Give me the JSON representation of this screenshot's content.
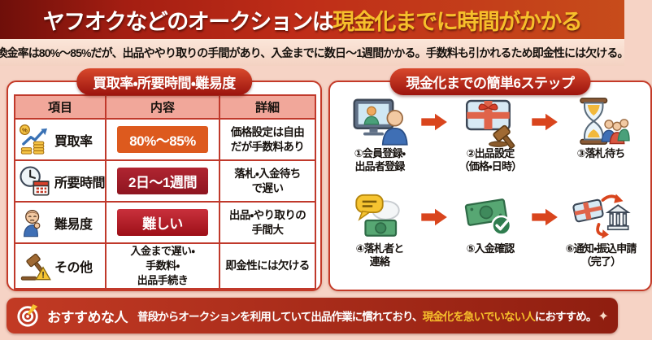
{
  "header": {
    "title_normal": "ヤフオクなどのオークションは",
    "title_highlight": "現金化までに時間がかかる",
    "subtitle": "換金率は80%〜85%だが、出品ややり取りの手間があり、入金までに数日〜1週間かかる。手数料も引かれるため即金性には欠ける。"
  },
  "table_panel": {
    "title": "買取率・所要時間・難易度",
    "headers": [
      "項目",
      "内容",
      "詳細"
    ],
    "rows": [
      {
        "icon": "rate-coins-icon",
        "label": "買取率",
        "value": "80%〜85%",
        "value_style": "orange",
        "detail": "価格設定は自由\nだが手数料あり"
      },
      {
        "icon": "clock-calendar-icon",
        "label": "所要時間",
        "value": "2日〜1週間",
        "value_style": "darkred",
        "detail": "落札・入金待ち\nで遅い"
      },
      {
        "icon": "person-thinking-icon",
        "label": "難易度",
        "value": "難しい",
        "value_style": "red",
        "detail": "出品・やり取りの\n手間大"
      },
      {
        "icon": "gavel-warning-icon",
        "label": "その他",
        "value": "入金まで遅い・\n手数料・\n出品手続き",
        "value_style": "plain",
        "detail": "即金性には欠ける"
      }
    ]
  },
  "steps_panel": {
    "title": "現金化までの簡単6ステップ",
    "steps": [
      {
        "icon": "signup-monitor-icon",
        "label": "①会員登録・\n出品者登録"
      },
      {
        "icon": "listing-gift-gavel-icon",
        "label": "②出品設定\n（価格・日時）"
      },
      {
        "icon": "hourglass-wait-icon",
        "label": "③落札待ち"
      },
      {
        "icon": "contact-chat-money-icon",
        "label": "④落札者と\n連絡"
      },
      {
        "icon": "payment-check-icon",
        "label": "⑤入金確認"
      },
      {
        "icon": "transfer-bank-icon",
        "label": "⑥通知・振込申請\n（完了）"
      }
    ]
  },
  "recommend": {
    "label": "おすすめな人",
    "text_before": "普段からオークションを利用していて出品作業に慣れており、",
    "text_highlight": "現金化を急いでいない人",
    "text_after": "におすすめ。"
  },
  "colors": {
    "page_bg": "#f6d3c5",
    "gold": "#f6bf2b",
    "panel_border": "#c43a28",
    "table_border": "#c0392b",
    "header_row_bg": "#f1a79a",
    "badge_orange": "#dd5a1e",
    "badge_darkred": "#9e1b26",
    "badge_red": "#bf1e2c",
    "title_badge_top": "#d8492c",
    "title_badge_bottom": "#9c140e",
    "arrow_red": "#d9451d",
    "recommend_grad_left": "#c23a24",
    "recommend_grad_right": "#8f1e10"
  }
}
